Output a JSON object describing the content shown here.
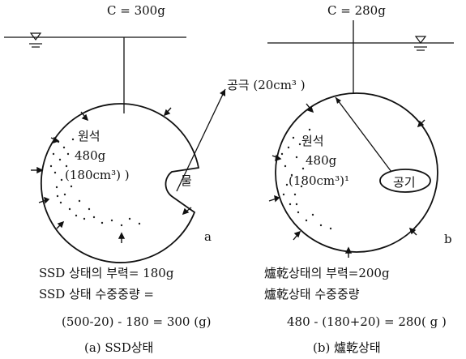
{
  "left": {
    "tension": "C = 300g",
    "rock_label": "원석",
    "mass": "480g",
    "volume": "(180cm³) )",
    "water_label": "물",
    "letter": "a",
    "pore_label": "공극 (20cm³ )"
  },
  "right": {
    "tension": "C = 280g",
    "rock_label": "원석",
    "mass": "480g",
    "volume": "(180cm³)¹",
    "air_label": "공기",
    "letter": "b"
  },
  "text": {
    "left_line1": "SSD 상태의 부력= 180g",
    "left_line2": "SSD 상태 수중중량 =",
    "left_line3": "(500-20) - 180 = 300 (g)",
    "right_line1": "爐乾상태의 부력=200g",
    "right_line2": "爐乾상태 수중중량",
    "right_line3": "480 - (180+20) = 280( g )",
    "caption_a": "(a) SSD상태",
    "caption_b": "(b) 爐乾상태"
  }
}
